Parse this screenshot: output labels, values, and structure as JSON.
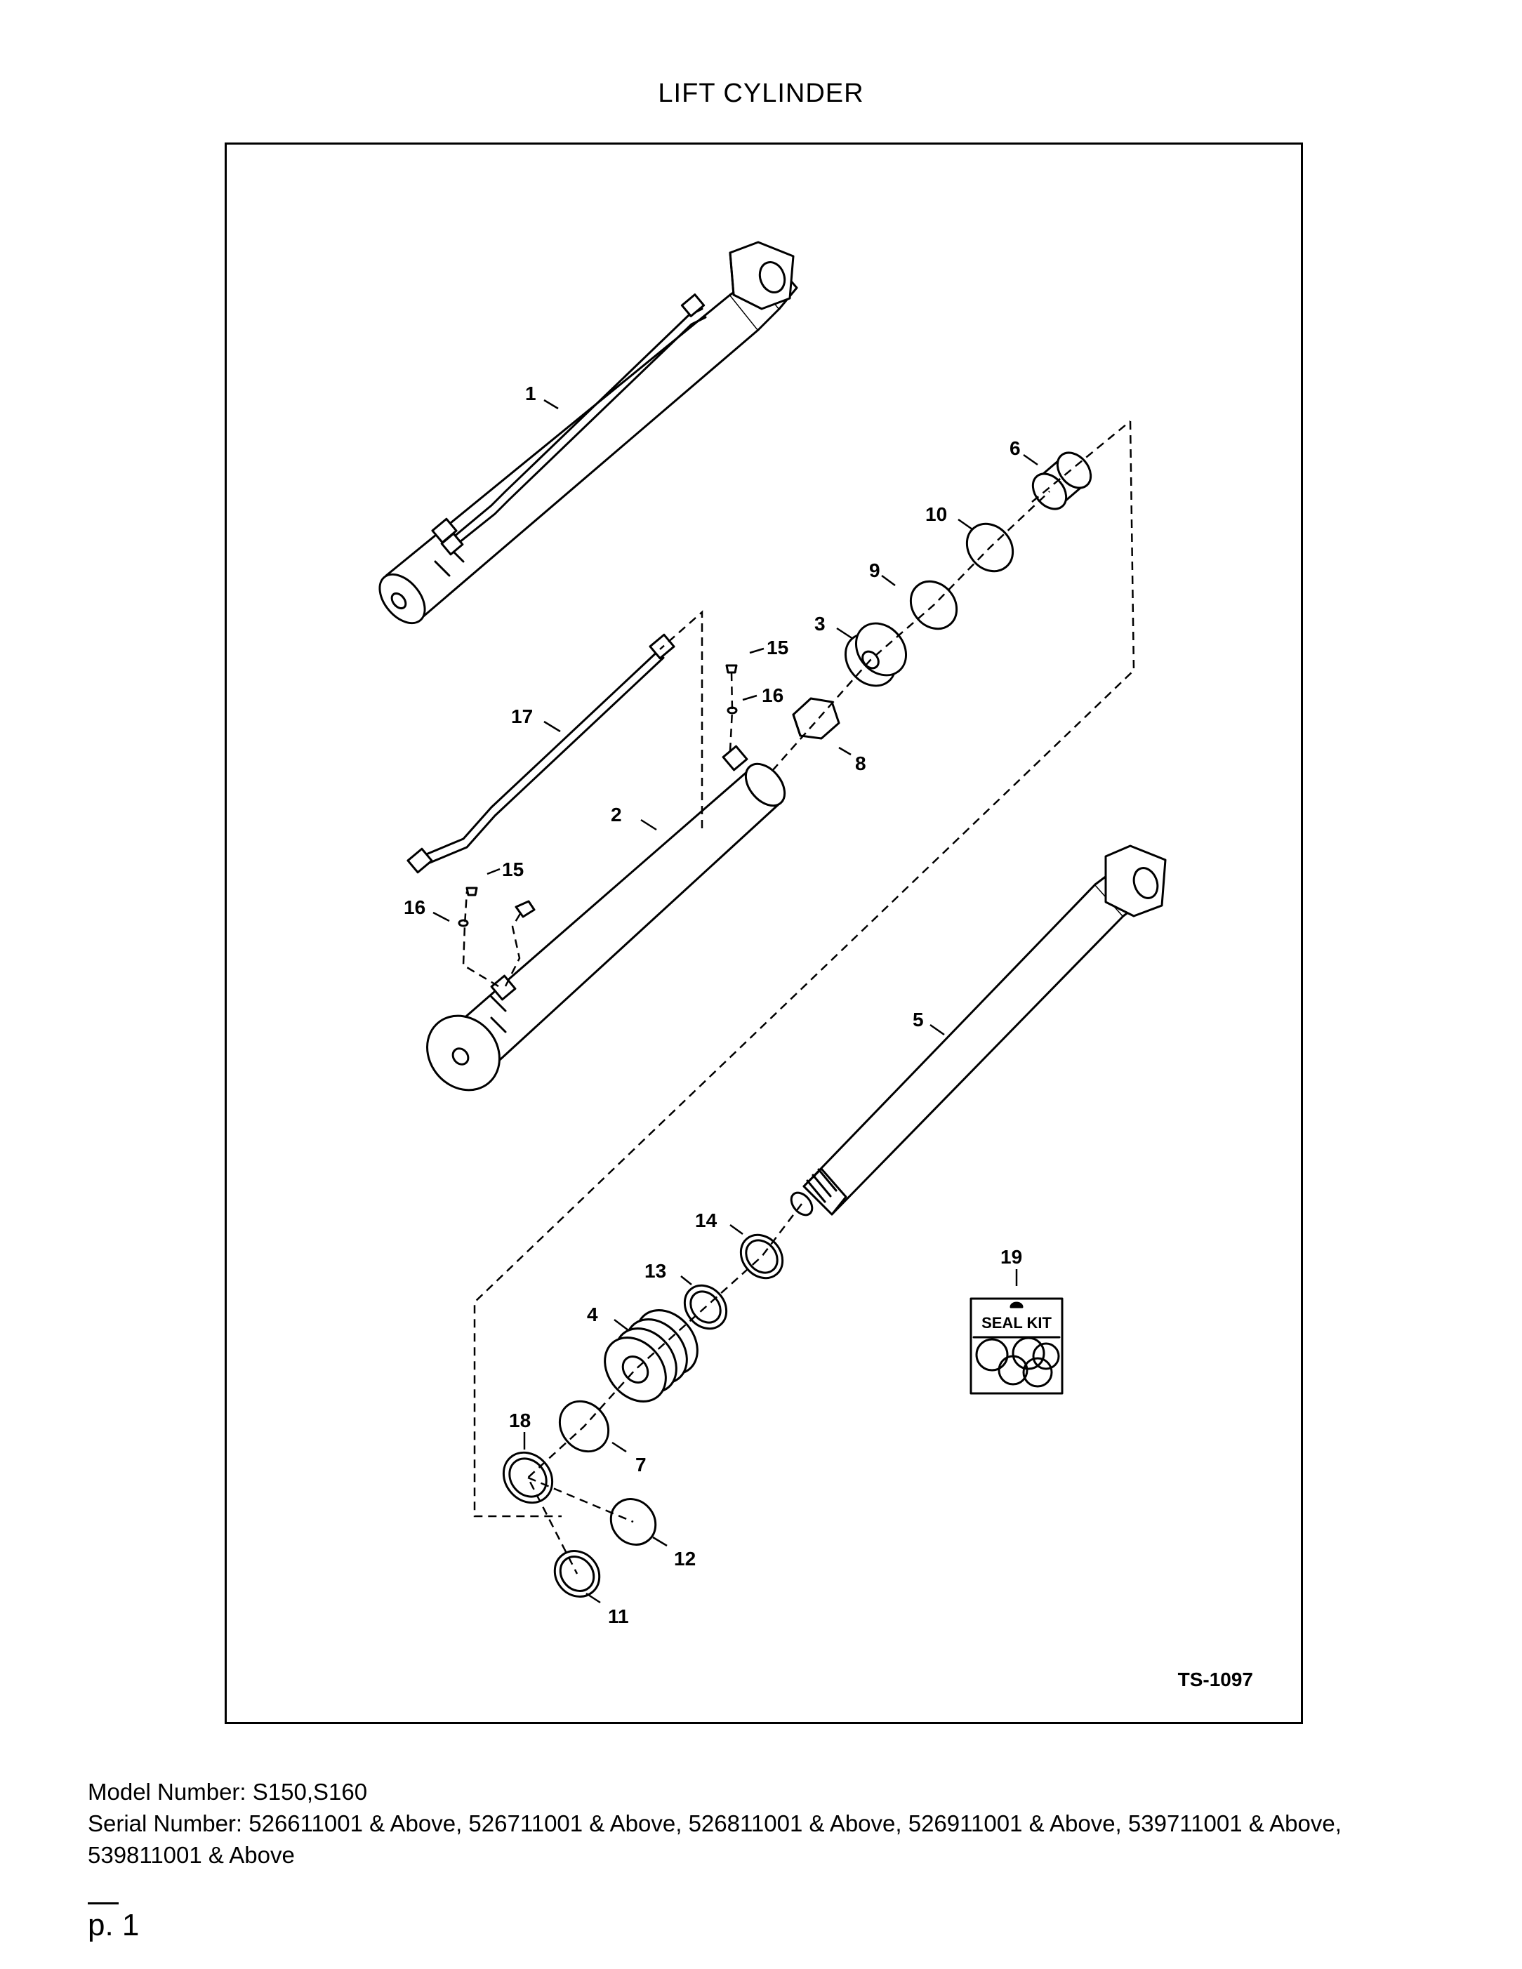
{
  "title": "LIFT CYLINDER",
  "diagram": {
    "drawing_id": "TS-1097",
    "seal_kit_label": "SEAL KIT",
    "callouts": [
      "1",
      "2",
      "3",
      "4",
      "5",
      "6",
      "7",
      "8",
      "9",
      "10",
      "11",
      "12",
      "13",
      "14",
      "15",
      "16",
      "17",
      "18",
      "19"
    ]
  },
  "footer": {
    "model_line": "Model Number: S150,S160",
    "serial_line": "Serial Number: 526611001 & Above, 526711001 & Above, 526811001 & Above, 526911001 & Above, 539711001 & Above, 539811001 & Above"
  },
  "page": {
    "number": "p. 1"
  }
}
